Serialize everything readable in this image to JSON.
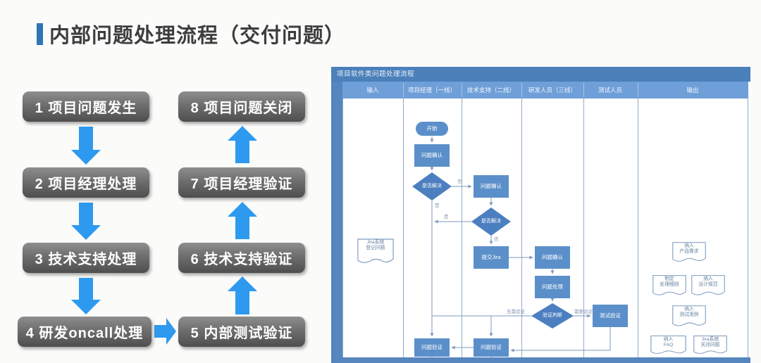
{
  "slide": {
    "title": "内部问题处理流程（交付问题）"
  },
  "left_flow": {
    "steps": [
      "1 项目问题发生",
      "2 项目经理处理",
      "3 技术支持处理",
      "4 研发oncall处理",
      "5 内部测试验证",
      "6 技术支持验证",
      "7 项目经理验证",
      "8 项目问题关闭"
    ]
  },
  "diagram": {
    "title": "项目软件类问题处理流程",
    "lanes": [
      "输入",
      "项目经理（一线）",
      "技术支持（二线）",
      "研发人员（三线）",
      "测试人员",
      "输出"
    ],
    "nodes": {
      "start": "开始",
      "pm_confirm": "问题确认",
      "pm_decide": "是否解决",
      "pm_verify": "问题验证",
      "ts_confirm": "问题确认",
      "ts_decide": "是否解决",
      "ts_jira": "提交Jira",
      "ts_verify": "问题验证",
      "rd_confirm": "问题确认",
      "rd_process": "问题处理",
      "rd_decide": "验证判断",
      "qa_verify": "测试验证"
    },
    "edge_labels": {
      "pm_no": "否",
      "pm_yes": "是",
      "ts_yes": "是",
      "ts_no": "否",
      "no_test": "无需验证",
      "need_test": "需要验证"
    },
    "documents": {
      "input_jira": "Jira系统\n登记问题",
      "out_product": "纳入\n产品需求",
      "out_rules": "制定\n处理细则",
      "out_design": "纳入\n设计规范",
      "out_testcase": "纳入\n测试用例",
      "out_faq": "纳入\nFAQ",
      "out_close": "Jira系统\n关闭问题"
    },
    "colors": {
      "arrow_blue": "#2E9AEF",
      "title_accent": "#2e75b6",
      "diagram_bar": "#4b80ba",
      "lane_header": "#6f9fd8",
      "node_fill": "#5b8fc9",
      "step_gray": "#6e6e6e"
    }
  }
}
